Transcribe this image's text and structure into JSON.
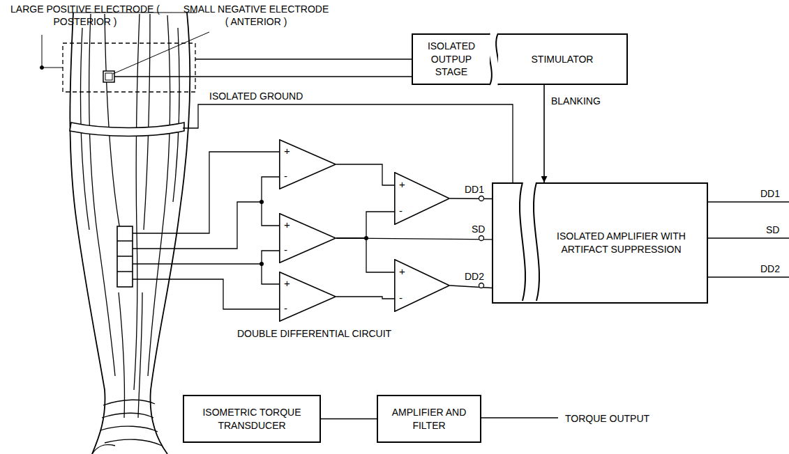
{
  "diagram": {
    "nodes": [
      {
        "text": [
          "ISOLATED OUTPUP STAGE"
        ]
      },
      {
        "text": [
          "STIMULATOR"
        ]
      },
      {
        "text": [
          "+",
          "-"
        ]
      },
      {
        "text": [
          "+",
          "-"
        ]
      },
      {
        "text": [
          "+",
          "-"
        ]
      },
      {
        "text": [
          "+",
          "-"
        ]
      },
      {
        "text": [
          "+",
          "-"
        ]
      },
      {
        "text": [
          "ISOLATED AMPLIFIER WITH ARTIFACT SUPPRESSION"
        ]
      },
      {
        "text": [
          "ISOMETRIC TORQUE TRANSDUCER"
        ]
      },
      {
        "text": [
          "AMPLIFIER AND FILTER"
        ]
      }
    ],
    "edges": [
      {
        "from": 1,
        "to": 7,
        "arrow": "to",
        "label": "BLANKING"
      },
      {
        "from": 2,
        "to": 5,
        "arrow": "none"
      },
      {
        "from": 3,
        "to": 5,
        "arrow": "none"
      },
      {
        "from": 3,
        "to": 6,
        "arrow": "none"
      },
      {
        "from": 4,
        "to": 6,
        "arrow": "none"
      },
      {
        "from": 5,
        "to": 7,
        "arrow": "none"
      },
      {
        "from": 3,
        "to": 7,
        "arrow": "none"
      },
      {
        "from": 6,
        "to": 7,
        "arrow": "none"
      },
      {
        "from": 8,
        "to": 9,
        "arrow": "none"
      }
    ],
    "labels": [
      "LARGE POSITIVE ELECTRODE ( POSTERIOR )",
      "SMALL NEGATIVE ELECTRODE ( ANTERIOR )",
      "ISOLATED GROUND",
      "DD1",
      "SD",
      "DD2",
      "DD1",
      "SD",
      "DD2",
      "DOUBLE DIFFERENTIAL CIRCUIT",
      "TORQUE OUTPUT"
    ]
  }
}
